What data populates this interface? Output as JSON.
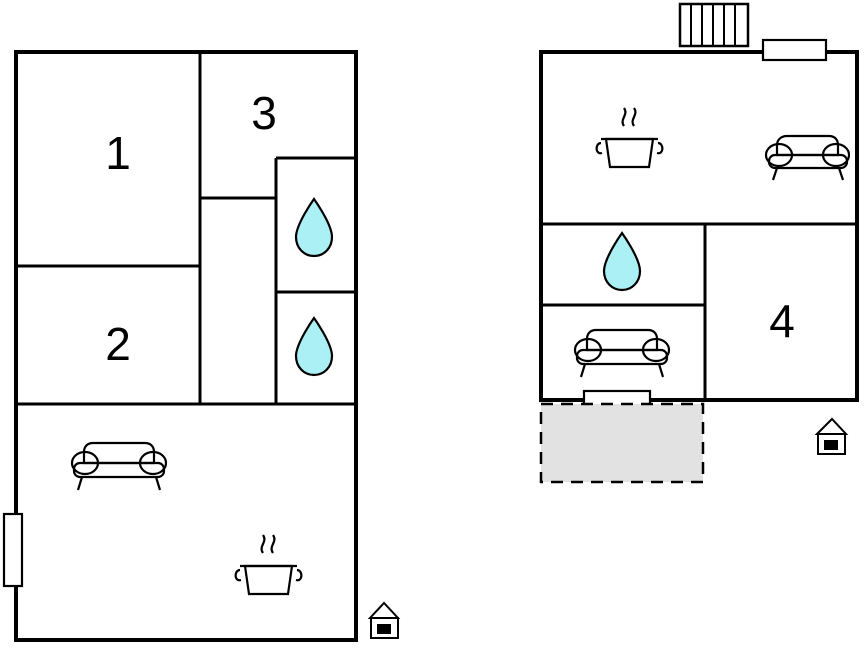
{
  "diagram": {
    "title": "Two-floor apartment floor plan",
    "stroke_color": "#000000",
    "water_fill": "#aaf0f5",
    "terrace_fill": "#e2e2e2",
    "plans": [
      {
        "id": "plan-left",
        "name": "left-floor-plan",
        "rooms": [
          {
            "id": "room-1",
            "label": "1",
            "type": "bedroom"
          },
          {
            "id": "room-2",
            "label": "2",
            "type": "bedroom"
          },
          {
            "id": "room-3",
            "label": "3",
            "type": "bedroom"
          }
        ],
        "icons": [
          {
            "name": "water-drop-icon",
            "label": "bathroom"
          },
          {
            "name": "water-drop-icon",
            "label": "bathroom"
          },
          {
            "name": "sofa-icon",
            "label": "living-room"
          },
          {
            "name": "stove-pot-icon",
            "label": "kitchen"
          },
          {
            "name": "entrance-door-icon",
            "label": "entrance"
          },
          {
            "name": "radiator-icon",
            "label": "heater"
          }
        ]
      },
      {
        "id": "plan-right",
        "name": "right-floor-plan",
        "rooms": [
          {
            "id": "room-4",
            "label": "4",
            "type": "bedroom"
          }
        ],
        "icons": [
          {
            "name": "stove-pot-icon",
            "label": "kitchen"
          },
          {
            "name": "sofa-icon",
            "label": "living-room"
          },
          {
            "name": "water-drop-icon",
            "label": "bathroom"
          },
          {
            "name": "sofa-icon",
            "label": "living-room"
          },
          {
            "name": "stairs-icon",
            "label": "stairs"
          },
          {
            "name": "radiator-icon",
            "label": "heater"
          },
          {
            "name": "radiator-icon",
            "label": "heater"
          },
          {
            "name": "entrance-door-icon",
            "label": "entrance"
          },
          {
            "name": "terrace-area",
            "label": "terrace"
          }
        ]
      }
    ]
  }
}
